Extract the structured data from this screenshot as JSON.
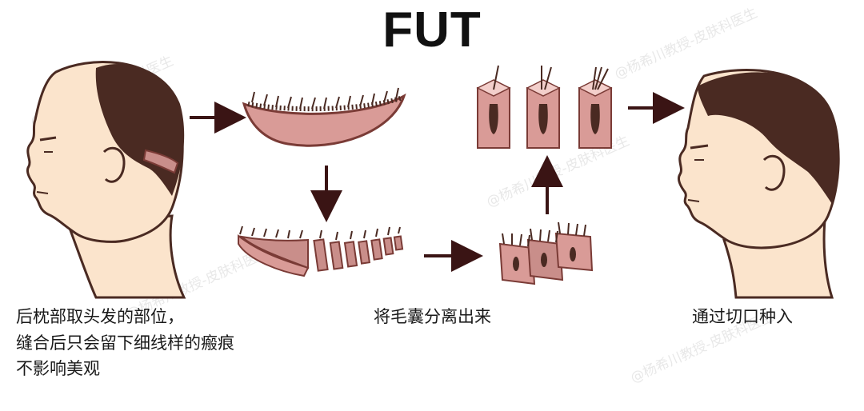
{
  "title": "FUT",
  "captions": {
    "step1": [
      "后枕部取头发的部位，",
      "缝合后只会留下细线样的瘢痕",
      "不影响美观"
    ],
    "step2": "将毛囊分离出来",
    "step3": "通过切口种入"
  },
  "watermark": "@杨希川教授-皮肤科医生",
  "colors": {
    "skin": "#fbe4cc",
    "hair": "#4a2a22",
    "tissue": "#c98e8a",
    "tissue_dark": "#7a3b36",
    "arrow": "#3a1414"
  }
}
